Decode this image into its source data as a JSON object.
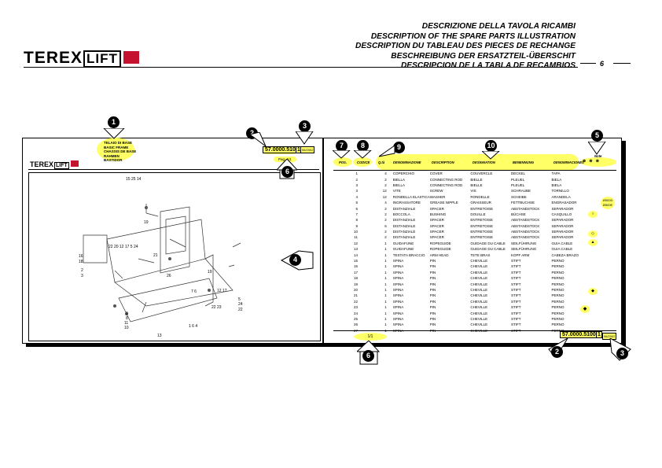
{
  "header": {
    "brand": "TEREX",
    "brand_suffix": "LIFT",
    "titles": [
      "DESCRIZIONE DELLA TAVOLA RICAMBI",
      "DESCRIPTION OF THE SPARE PARTS ILLUSTRATION",
      "DESCRIPTION DU TABLEAU DES PIECES DE RECHANGE",
      "BESCHREIBUNG DER ERSATZTEIL-ÜBERSCHIT",
      "DESCRIPCION DE LA TABLA DE RECAMBIOS"
    ],
    "page_number": "6"
  },
  "left_panel": {
    "group_title": [
      "TELAIO DI BASE",
      "BASIC FRAME",
      "CHASSIS DE BASE",
      "RAHMEN",
      "BASTIDOR"
    ],
    "code": "57.0000.5100",
    "revision": "1",
    "date": "06/2002",
    "page": "Pag. 1/1",
    "logo": "TEREX",
    "diagram_labels": [
      "15 25 14",
      "19",
      "22 20 12 17 5 24",
      "16",
      "18",
      "2",
      "3",
      "21",
      "26",
      "7 6",
      "19",
      "12 17",
      "5",
      "24",
      "22",
      "22 23",
      "9",
      "8",
      "11",
      "10",
      "13",
      "1 6 4"
    ]
  },
  "right_panel": {
    "columns": [
      "POS.",
      "CODICE",
      "Q.tà",
      "DENOMINAZIONE",
      "DESCRIPTION",
      "DESIGNATION",
      "BENENNUNG",
      "DENOMINACIONES"
    ],
    "note_label": "Note",
    "rows": [
      [
        "1",
        "",
        "4",
        "COPERCHIO",
        "COVER",
        "COUVERCLE",
        "DECKEL",
        "TAPA"
      ],
      [
        "2",
        "",
        "2",
        "BIELLA",
        "CONNECTING ROD",
        "BIELLE",
        "PLEUEL",
        "BIELA"
      ],
      [
        "3",
        "",
        "2",
        "BIELLA",
        "CONNECTING ROD",
        "BIELLE",
        "PLEUEL",
        "BIELA"
      ],
      [
        "3",
        "",
        "12",
        "VITE",
        "SCREW",
        "VIS",
        "SCHRAUBE",
        "TORNILLO"
      ],
      [
        "4",
        "",
        "12",
        "RONDELLA ELASTICA",
        "WASHER",
        "RONDELLE",
        "SCHEIBE",
        "ARANDELA"
      ],
      [
        "5",
        "",
        "4",
        "INGRASSATORE",
        "GREASE NIPPLE",
        "GRAISSEUR",
        "FETTBUCHSE",
        "ENGRASADOR"
      ],
      [
        "6",
        "",
        "2",
        "DISTANZIALE",
        "SPACER",
        "ENTRETOISE",
        "ABSTANDSTOCK",
        "SEPARADOR"
      ],
      [
        "7",
        "",
        "2",
        "BOCCOLA",
        "BUSHING",
        "DOUILLE",
        "BÜCHSE",
        "CASQUILLO"
      ],
      [
        "8",
        "",
        "2",
        "DISTANZIALE",
        "SPACER",
        "ENTRETOISE",
        "ABSTANDSTOCK",
        "SEPARADOR"
      ],
      [
        "9",
        "",
        "6",
        "DISTANZIALE",
        "SPACER",
        "ENTRETOISE",
        "ABSTANDSTOCK",
        "SEPARADOR"
      ],
      [
        "10",
        "",
        "2",
        "DISTANZIALE",
        "SPACER",
        "ENTRETOISE",
        "ABSTANDSTOCK",
        "SEPARADOR"
      ],
      [
        "11",
        "",
        "2",
        "DISTANZIALE",
        "SPACER",
        "ENTRETOISE",
        "ABSTANDSTOCK",
        "SEPARADOR"
      ],
      [
        "12",
        "",
        "1",
        "GUIDAFUNE",
        "ROPEGUIDE",
        "GUIDAGE DU CABLE",
        "SEILFÜHRUNG",
        "GUIA CABLE"
      ],
      [
        "13",
        "",
        "1",
        "GUIDAFUNE",
        "ROPEGUIDE",
        "GUIDAGE DU CABLE",
        "SEILFÜHRUNG",
        "GUIA CABLE"
      ],
      [
        "14",
        "",
        "1",
        "TESTATA BRACCIO",
        "ARM HEAD",
        "TETE BRAS",
        "KOPF ARM",
        "CABEZA BRAZO"
      ],
      [
        "15",
        "",
        "1",
        "SPINA",
        "PIN",
        "CHEVILLE",
        "STIFT",
        "PERNO"
      ],
      [
        "16",
        "",
        "1",
        "SPINA",
        "PIN",
        "CHEVILLE",
        "STIFT",
        "PERNO"
      ],
      [
        "17",
        "",
        "1",
        "SPINA",
        "PIN",
        "CHEVILLE",
        "STIFT",
        "PERNO"
      ],
      [
        "18",
        "",
        "1",
        "SPINA",
        "PIN",
        "CHEVILLE",
        "STIFT",
        "PERNO"
      ],
      [
        "19",
        "",
        "1",
        "SPINA",
        "PIN",
        "CHEVILLE",
        "STIFT",
        "PERNO"
      ],
      [
        "20",
        "",
        "1",
        "SPINA",
        "PIN",
        "CHEVILLE",
        "STIFT",
        "PERNO"
      ],
      [
        "21",
        "",
        "1",
        "SPINA",
        "PIN",
        "CHEVILLE",
        "STIFT",
        "PERNO"
      ],
      [
        "22",
        "",
        "1",
        "SPINA",
        "PIN",
        "CHEVILLE",
        "STIFT",
        "PERNO"
      ],
      [
        "23",
        "",
        "1",
        "SPINA",
        "PIN",
        "CHEVILLE",
        "STIFT",
        "PERNO"
      ],
      [
        "24",
        "",
        "1",
        "SPINA",
        "PIN",
        "CHEVILLE",
        "STIFT",
        "PERNO"
      ],
      [
        "25",
        "",
        "1",
        "SPINA",
        "PIN",
        "CHEVILLE",
        "STIFT",
        "PERNO"
      ],
      [
        "26",
        "",
        "1",
        "SPINA",
        "PIN",
        "CHEVILLE",
        "STIFT",
        "PERNO"
      ],
      [
        "27",
        "",
        "1",
        "SPINA",
        "PIN",
        "CHEVILLE",
        "STIFT",
        "PERNO"
      ]
    ],
    "notes": [
      "Ø500D",
      "Ø500E",
      "○",
      "◇",
      "▲",
      "◆"
    ],
    "footer_page": "1/1",
    "code": "57.0000.5100",
    "revision": "1",
    "date": "06/2002"
  },
  "callouts": [
    "1",
    "2",
    "3",
    "4",
    "5",
    "6",
    "7",
    "8",
    "9",
    "10",
    "2",
    "3",
    "6"
  ],
  "colors": {
    "highlight": "#ffff66",
    "brand_red": "#c4122f"
  }
}
